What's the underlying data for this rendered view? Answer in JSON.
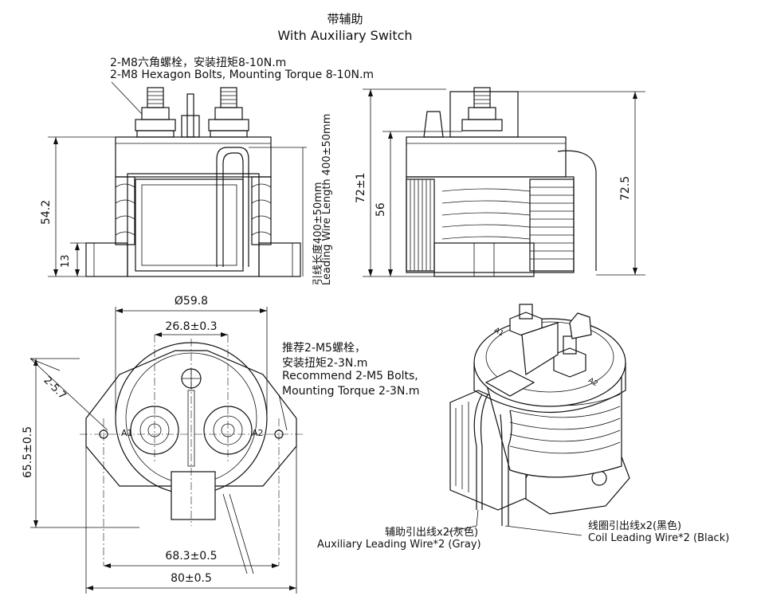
{
  "title": {
    "cn": "带辅助",
    "en": "With Auxiliary Switch"
  },
  "front_view": {
    "bolt_note_cn": "2-M8六角螺栓，安装扭矩8-10N.m",
    "bolt_note_en": "2-M8 Hexagon Bolts, Mounting Torque 8-10N.m",
    "dim_height": "54.2",
    "dim_base": "13",
    "wire_length_cn": "引线长度400±50mm",
    "wire_length_en": "Leading Wire Length 400±50mm"
  },
  "side_view": {
    "dim_total": "72±1",
    "dim_body": "56",
    "dim_wire": "72.5"
  },
  "top_view": {
    "dim_diameter": "Ø59.8",
    "dim_terminal_spacing": "26.8±0.3",
    "dim_hole": "2-5.7",
    "dim_depth": "65.5±0.5",
    "dim_mount_spacing": "68.3±0.5",
    "dim_width": "80±0.5",
    "label_a1": "A1",
    "label_a2": "A2",
    "screw_note_cn_1": "推荐2-M5螺栓，",
    "screw_note_cn_2": "安装扭矩2-3N.m",
    "screw_note_en_1": "Recommend 2-M5 Bolts,",
    "screw_note_en_2": "Mounting Torque 2-3N.m"
  },
  "iso_view": {
    "aux_wire_cn": "辅助引出线x2(灰色)",
    "aux_wire_en": "Auxiliary Leading Wire*2 (Gray)",
    "coil_wire_cn": "线圈引出线x2(黑色)",
    "coil_wire_en": "Coil Leading Wire*2 (Black)",
    "label_a1": "A1",
    "label_a2": "A2"
  }
}
